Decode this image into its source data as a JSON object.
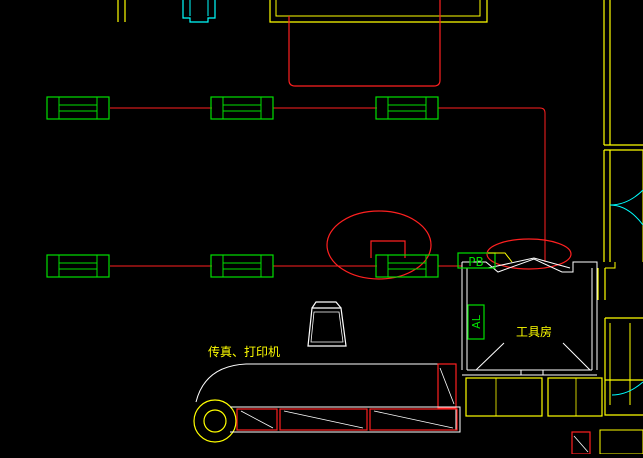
{
  "labels": {
    "pb": "PB",
    "al": "AL",
    "tool_room": "工具房",
    "fax_printer": "传真、打印机"
  },
  "colors": {
    "background": "#000000",
    "wall": "#ffff00",
    "circuit": "#ff2020",
    "fixture": "#00e000",
    "furniture": "#ffffff",
    "cyan": "#00ffff",
    "label": "#ffff00"
  },
  "icons": {
    "light_fixture": "fluorescent-light-icon",
    "chair": "chair-icon",
    "door": "door-swing-icon"
  }
}
